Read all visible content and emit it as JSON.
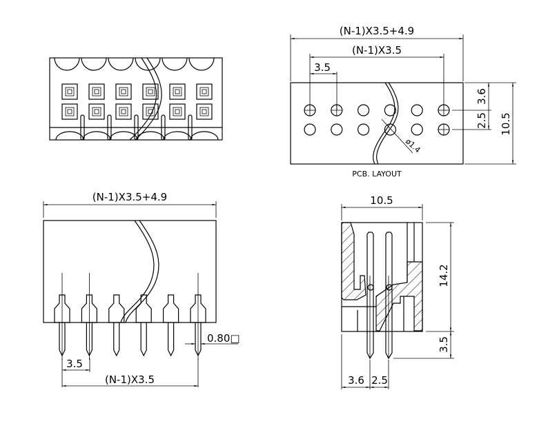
{
  "drawing": {
    "title": "Pin header connector drawing",
    "pin_count_shown": 6,
    "views": {
      "front_top": {
        "label": ""
      },
      "pcb_layout": {
        "label": "PCB. LAYOUT",
        "dim_total": "(N-1)X3.5+4.9",
        "dim_span": "(N-1)X3.5",
        "dim_pitch": "3.5",
        "dim_row_offset": "3.6",
        "dim_row_pitch": "2.5",
        "dim_height": "10.5",
        "dim_hole": "ø1.4"
      },
      "front": {
        "dim_total": "(N-1)X3.5+4.9",
        "dim_pitch": "3.5",
        "dim_span": "(N-1)X3.5",
        "dim_pin": "0.80□"
      },
      "side": {
        "dim_width": "10.5",
        "dim_height": "14.2",
        "dim_tail": "3.5",
        "dim_offset": "3.6",
        "dim_row_pitch": "2.5"
      }
    }
  }
}
